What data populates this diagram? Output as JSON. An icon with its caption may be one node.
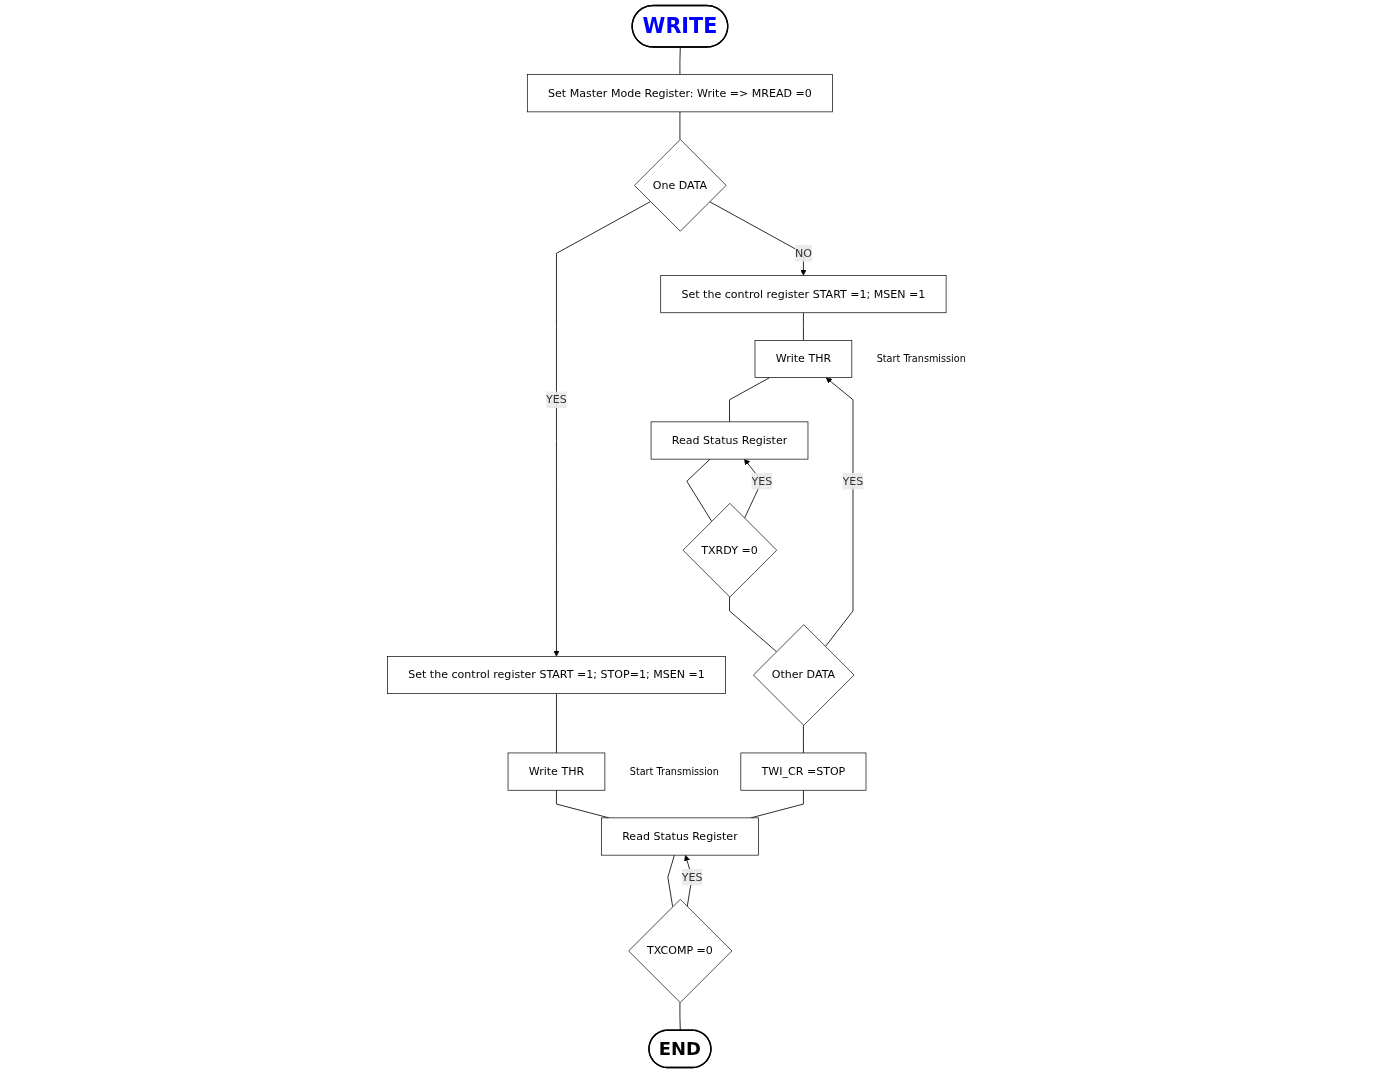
{
  "diagram": {
    "nodes": [
      {
        "text": [
          "WRITE"
        ]
      },
      {
        "text": [
          "Set Master Mode Register: Write => MREAD =0"
        ]
      },
      {
        "text": [
          "One DATA"
        ]
      },
      {
        "text": [
          "Set the control register START =1; STOP=1; MSEN =1"
        ]
      },
      {
        "text": [
          "Set the control register START =1; MSEN =1"
        ]
      },
      {
        "text": [
          "Write THR"
        ],
        "beside": [
          "Start Transmission"
        ]
      },
      {
        "text": [
          "Write THR"
        ],
        "beside": [
          "Start Transmission"
        ]
      },
      {
        "text": [
          "Read Status Register"
        ]
      },
      {
        "text": [
          "TXRDY =0"
        ]
      },
      {
        "text": [
          "Other DATA"
        ]
      },
      {
        "text": [
          "TWI_CR =STOP"
        ]
      },
      {
        "text": [
          "Read Status Register"
        ]
      },
      {
        "text": [
          "TXCOMP =0"
        ]
      },
      {
        "text": [
          "END"
        ]
      }
    ],
    "edges": [
      {
        "from": 0,
        "to": 1,
        "arrow": "none"
      },
      {
        "from": 1,
        "to": 2,
        "arrow": "none"
      },
      {
        "from": 2,
        "to": 3,
        "arrow": "to",
        "label": "YES"
      },
      {
        "from": 2,
        "to": 4,
        "arrow": "to",
        "label": "NO"
      },
      {
        "from": 3,
        "to": 5,
        "arrow": "none"
      },
      {
        "from": 4,
        "to": 6,
        "arrow": "none"
      },
      {
        "from": 6,
        "to": 7,
        "arrow": "none"
      },
      {
        "from": 7,
        "to": 8,
        "arrow": "none"
      },
      {
        "from": 8,
        "to": 7,
        "arrow": "to",
        "label": "YES"
      },
      {
        "from": 8,
        "to": 9,
        "arrow": "none"
      },
      {
        "from": 9,
        "to": 6,
        "arrow": "to",
        "label": "YES"
      },
      {
        "from": 9,
        "to": 10,
        "arrow": "none"
      },
      {
        "from": 5,
        "to": 11,
        "arrow": "none"
      },
      {
        "from": 10,
        "to": 11,
        "arrow": "none"
      },
      {
        "from": 11,
        "to": 12,
        "arrow": "none"
      },
      {
        "from": 12,
        "to": 11,
        "arrow": "to",
        "label": "YES"
      },
      {
        "from": 12,
        "to": 13,
        "arrow": "none"
      }
    ]
  }
}
